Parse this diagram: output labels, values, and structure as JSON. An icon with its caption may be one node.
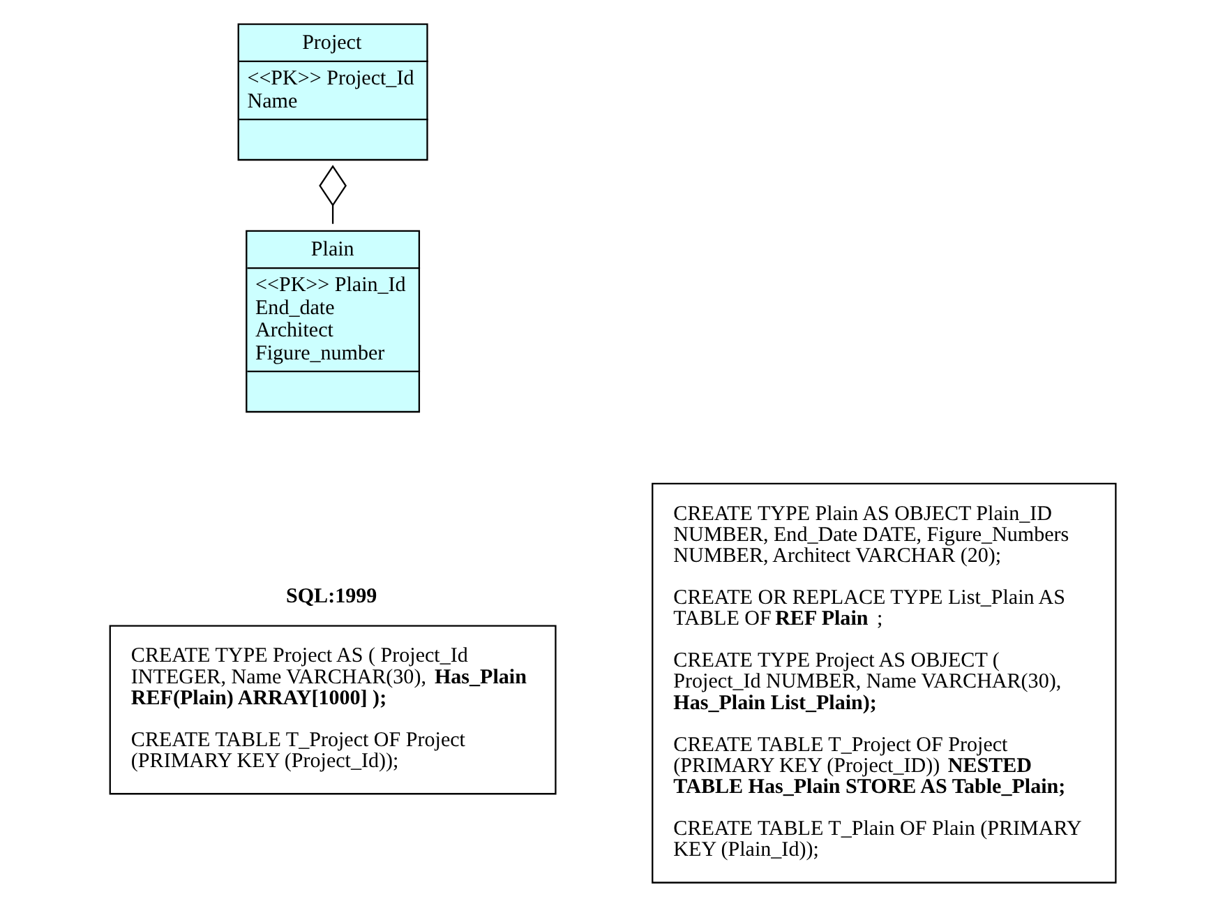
{
  "diagram": {
    "nodes": [
      {
        "text": [
          "Project",
          "<<PK>> Project_Id",
          "Name"
        ]
      },
      {
        "text": [
          "Plain",
          "<<PK>> Plain_Id",
          "End_date",
          "Architect",
          "Figure_number"
        ]
      },
      {
        "text": [
          "SQL:1999",
          "CREATE TYPE Project AS ( Project_Id INTEGER, Name VARCHAR(30), **Has_Plain REF(Plain) ARRAY[1000] );**",
          "CREATE TABLE T_Project OF Project (PRIMARY KEY (Project_Id));"
        ]
      },
      {
        "text": [
          "CREATE TYPE Plain AS OBJECT Plain_ID NUMBER, End_Date DATE, Figure_Numbers NUMBER, Architect VARCHAR (20);",
          "CREATE OR REPLACE TYPE List_Plain AS TABLE OF **REF Plain**;",
          "CREATE TYPE Project AS OBJECT ( Project_Id NUMBER, Name VARCHAR(30), **Has_Plain List_Plain);**",
          "CREATE TABLE T_Project OF Project (PRIMARY KEY (Project_ID)) **NESTED TABLE Has_Plain STORE AS Table_Plain;**",
          "CREATE TABLE T_Plain OF Plain (PRIMARY KEY (Plain_Id));"
        ]
      }
    ],
    "edges": [
      {
        "from": 1,
        "to": 0,
        "arrow": "other"
      }
    ]
  }
}
